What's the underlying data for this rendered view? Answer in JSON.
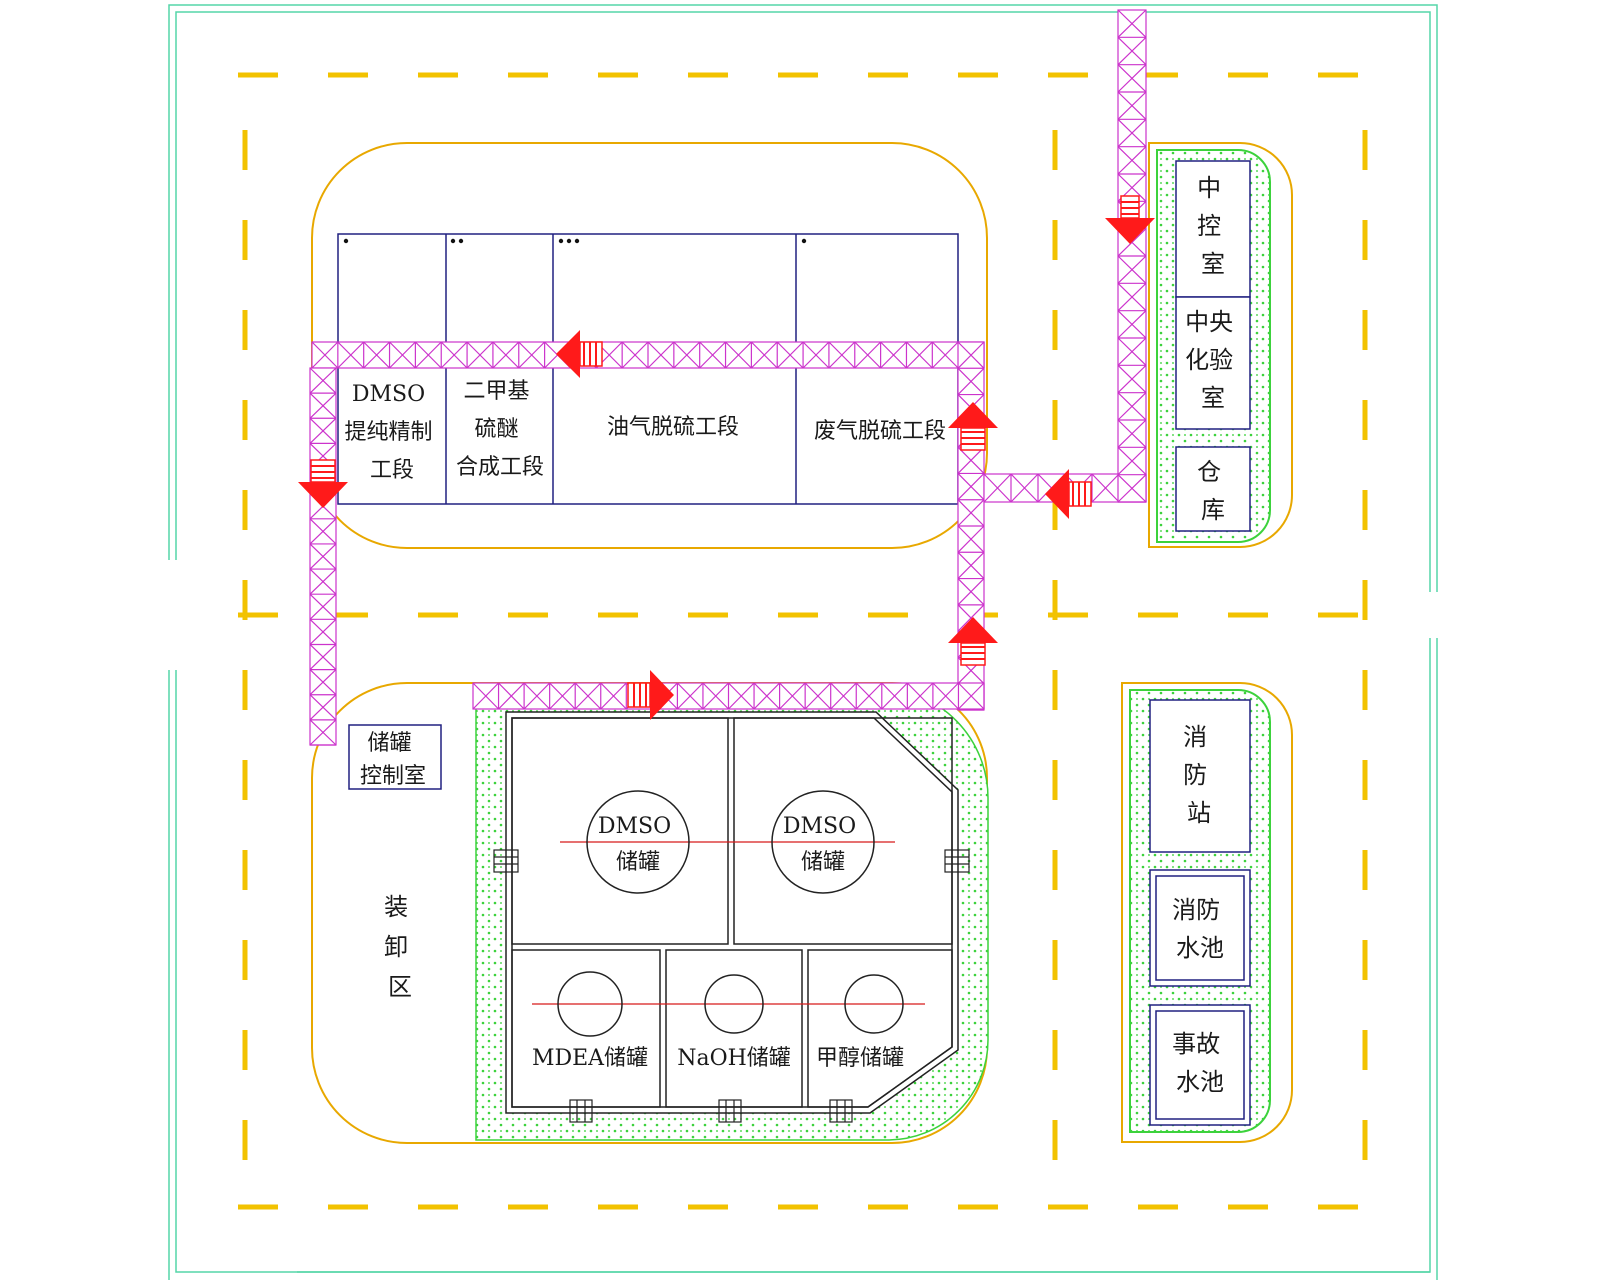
{
  "colors": {
    "fence": "#55d6a8",
    "road": "#f2c200",
    "area_outline": "#e8a800",
    "building": "#202080",
    "pipe_rack": "#cc33cc",
    "flow_arrow": "#ff1a1a",
    "green_belt": "#3cd23c",
    "tank": "#222222",
    "tank_axis": "#d81b1b"
  },
  "process_area": {
    "units": [
      {
        "id": "dmso-refining",
        "lines": [
          "DMSO",
          "提纯精制",
          "工段"
        ]
      },
      {
        "id": "dms-synthesis",
        "lines": [
          "二甲基",
          "硫醚",
          "合成工段"
        ]
      },
      {
        "id": "oil-gas-desulf",
        "lines": [
          "油气脱硫工段"
        ]
      },
      {
        "id": "waste-gas-desulf",
        "lines": [
          "废气脱硫工段"
        ]
      }
    ]
  },
  "admin_area": {
    "rooms": [
      {
        "id": "central-control",
        "lines": [
          "中",
          "控",
          "室"
        ]
      },
      {
        "id": "central-lab",
        "lines": [
          "中央",
          "化验",
          "室"
        ]
      },
      {
        "id": "warehouse",
        "lines": [
          "仓",
          "库"
        ]
      }
    ]
  },
  "tank_area": {
    "control_room": {
      "lines": [
        "储罐",
        "控制室"
      ]
    },
    "loading_zone": {
      "lines": [
        "装",
        "卸",
        "区"
      ]
    },
    "tanks": [
      {
        "id": "dmso-tank-1",
        "lines": [
          "DMSO",
          "储罐"
        ]
      },
      {
        "id": "dmso-tank-2",
        "lines": [
          "DMSO",
          "储罐"
        ]
      },
      {
        "id": "mdea-tank",
        "lines": [
          "MDEA储罐"
        ]
      },
      {
        "id": "naoh-tank",
        "lines": [
          "NaOH储罐"
        ]
      },
      {
        "id": "methanol-tank",
        "lines": [
          "甲醇储罐"
        ]
      }
    ]
  },
  "utility_area": {
    "rooms": [
      {
        "id": "fire-station",
        "lines": [
          "消",
          "防",
          "站"
        ]
      },
      {
        "id": "fire-pool",
        "lines": [
          "消防",
          "水池"
        ]
      },
      {
        "id": "accident-pool",
        "lines": [
          "事故",
          "水池"
        ]
      }
    ]
  }
}
